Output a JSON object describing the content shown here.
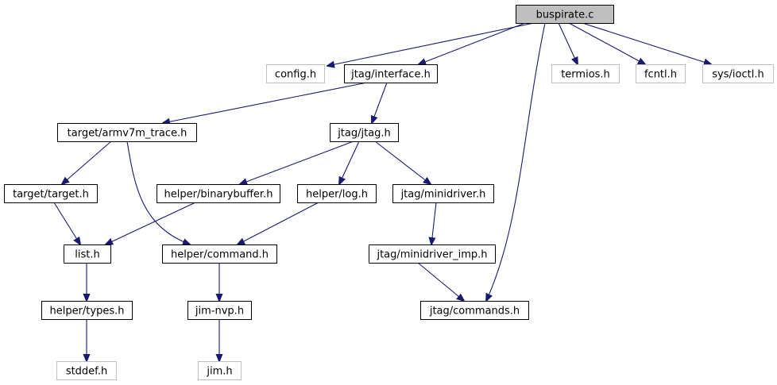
{
  "colors": {
    "edge": "#191970",
    "root_fill": "#bfbfbf",
    "node_fill": "#ffffff",
    "node_stroke": "#000000",
    "external_stroke": "#bfbfbf"
  },
  "nodes": [
    {
      "id": "buspirate_c",
      "label": "buspirate.c",
      "kind": "root"
    },
    {
      "id": "config_h",
      "label": "config.h",
      "kind": "external"
    },
    {
      "id": "jtag_interface_h",
      "label": "jtag/interface.h",
      "kind": "internal"
    },
    {
      "id": "termios_h",
      "label": "termios.h",
      "kind": "external"
    },
    {
      "id": "fcntl_h",
      "label": "fcntl.h",
      "kind": "external"
    },
    {
      "id": "sys_ioctl_h",
      "label": "sys/ioctl.h",
      "kind": "external"
    },
    {
      "id": "target_armv7m_trace_h",
      "label": "target/armv7m_trace.h",
      "kind": "internal"
    },
    {
      "id": "jtag_jtag_h",
      "label": "jtag/jtag.h",
      "kind": "internal"
    },
    {
      "id": "target_target_h",
      "label": "target/target.h",
      "kind": "internal"
    },
    {
      "id": "helper_binarybuffer_h",
      "label": "helper/binarybuffer.h",
      "kind": "internal"
    },
    {
      "id": "helper_log_h",
      "label": "helper/log.h",
      "kind": "internal"
    },
    {
      "id": "jtag_minidriver_h",
      "label": "jtag/minidriver.h",
      "kind": "internal"
    },
    {
      "id": "list_h",
      "label": "list.h",
      "kind": "internal"
    },
    {
      "id": "helper_command_h",
      "label": "helper/command.h",
      "kind": "internal"
    },
    {
      "id": "jtag_minidriver_imp_h",
      "label": "jtag/minidriver_imp.h",
      "kind": "internal"
    },
    {
      "id": "helper_types_h",
      "label": "helper/types.h",
      "kind": "internal"
    },
    {
      "id": "jim_nvp_h",
      "label": "jim-nvp.h",
      "kind": "internal"
    },
    {
      "id": "jtag_commands_h",
      "label": "jtag/commands.h",
      "kind": "internal"
    },
    {
      "id": "stddef_h",
      "label": "stddef.h",
      "kind": "external"
    },
    {
      "id": "jim_h",
      "label": "jim.h",
      "kind": "external"
    }
  ],
  "edges": [
    {
      "from": "buspirate_c",
      "to": "config_h"
    },
    {
      "from": "buspirate_c",
      "to": "jtag_interface_h"
    },
    {
      "from": "buspirate_c",
      "to": "termios_h"
    },
    {
      "from": "buspirate_c",
      "to": "fcntl_h"
    },
    {
      "from": "buspirate_c",
      "to": "sys_ioctl_h"
    },
    {
      "from": "buspirate_c",
      "to": "jtag_commands_h"
    },
    {
      "from": "jtag_interface_h",
      "to": "target_armv7m_trace_h"
    },
    {
      "from": "jtag_interface_h",
      "to": "jtag_jtag_h"
    },
    {
      "from": "target_armv7m_trace_h",
      "to": "target_target_h"
    },
    {
      "from": "target_armv7m_trace_h",
      "to": "helper_command_h"
    },
    {
      "from": "jtag_jtag_h",
      "to": "helper_binarybuffer_h"
    },
    {
      "from": "jtag_jtag_h",
      "to": "helper_log_h"
    },
    {
      "from": "jtag_jtag_h",
      "to": "jtag_minidriver_h"
    },
    {
      "from": "target_target_h",
      "to": "list_h"
    },
    {
      "from": "helper_binarybuffer_h",
      "to": "list_h"
    },
    {
      "from": "helper_log_h",
      "to": "helper_command_h"
    },
    {
      "from": "jtag_minidriver_h",
      "to": "jtag_minidriver_imp_h"
    },
    {
      "from": "jtag_minidriver_imp_h",
      "to": "jtag_commands_h"
    },
    {
      "from": "list_h",
      "to": "helper_types_h"
    },
    {
      "from": "helper_command_h",
      "to": "jim_nvp_h"
    },
    {
      "from": "helper_types_h",
      "to": "stddef_h"
    },
    {
      "from": "jim_nvp_h",
      "to": "jim_h"
    }
  ]
}
